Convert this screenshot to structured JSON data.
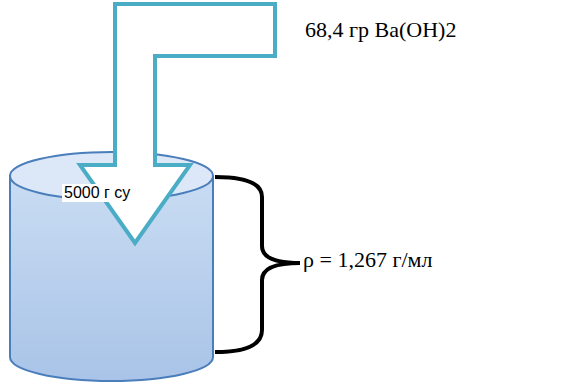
{
  "diagram": {
    "nodes": [
      {
        "text": [
          "5000 г су"
        ]
      }
    ],
    "labels": [
      "68,4 гр Ba(OH)2",
      "ρ = 1,267 г/мл"
    ]
  }
}
